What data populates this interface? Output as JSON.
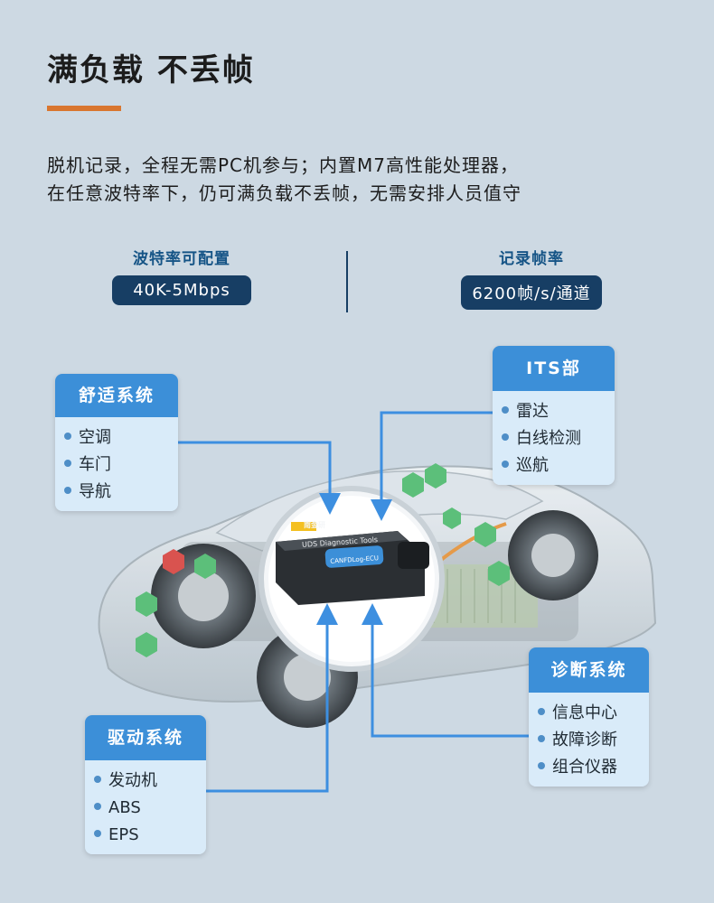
{
  "title": "满负载  不丢帧",
  "description": {
    "line1": "脱机记录，全程无需PC机参与；内置M7高性能处理器，",
    "line2": "在任意波特率下，仍可满负载不丢帧，无需安排人员值守"
  },
  "stats": [
    {
      "label": "波特率可配置",
      "value": "40K-5Mbps"
    },
    {
      "label": "记录帧率",
      "value": "6200帧/s/通道"
    }
  ],
  "cards": {
    "comfort": {
      "title": "舒适系统",
      "items": [
        "空调",
        "车门",
        "导航"
      ]
    },
    "its": {
      "title": "ITS部",
      "items": [
        "雷达",
        "白线检测",
        "巡航"
      ]
    },
    "diagnostic": {
      "title": "诊断系统",
      "items": [
        "信息中心",
        "故障诊断",
        "组合仪器"
      ]
    },
    "drive": {
      "title": "驱动系统",
      "items": [
        "发动机",
        "ABS",
        "EPS"
      ]
    }
  },
  "device": {
    "brand": "南金研",
    "model_line": "UDS Diagnostic Tools",
    "badge": "CANFDLog-ECU"
  },
  "colors": {
    "background": "#cdd9e3",
    "accent_orange": "#d9762f",
    "pill_navy": "#173e64",
    "card_header_blue": "#3c8fd8",
    "card_body": "#d9ebf9",
    "arrow_blue": "#3d8fe0",
    "module_green": "#5cbf7a",
    "module_red": "#d9534f"
  }
}
